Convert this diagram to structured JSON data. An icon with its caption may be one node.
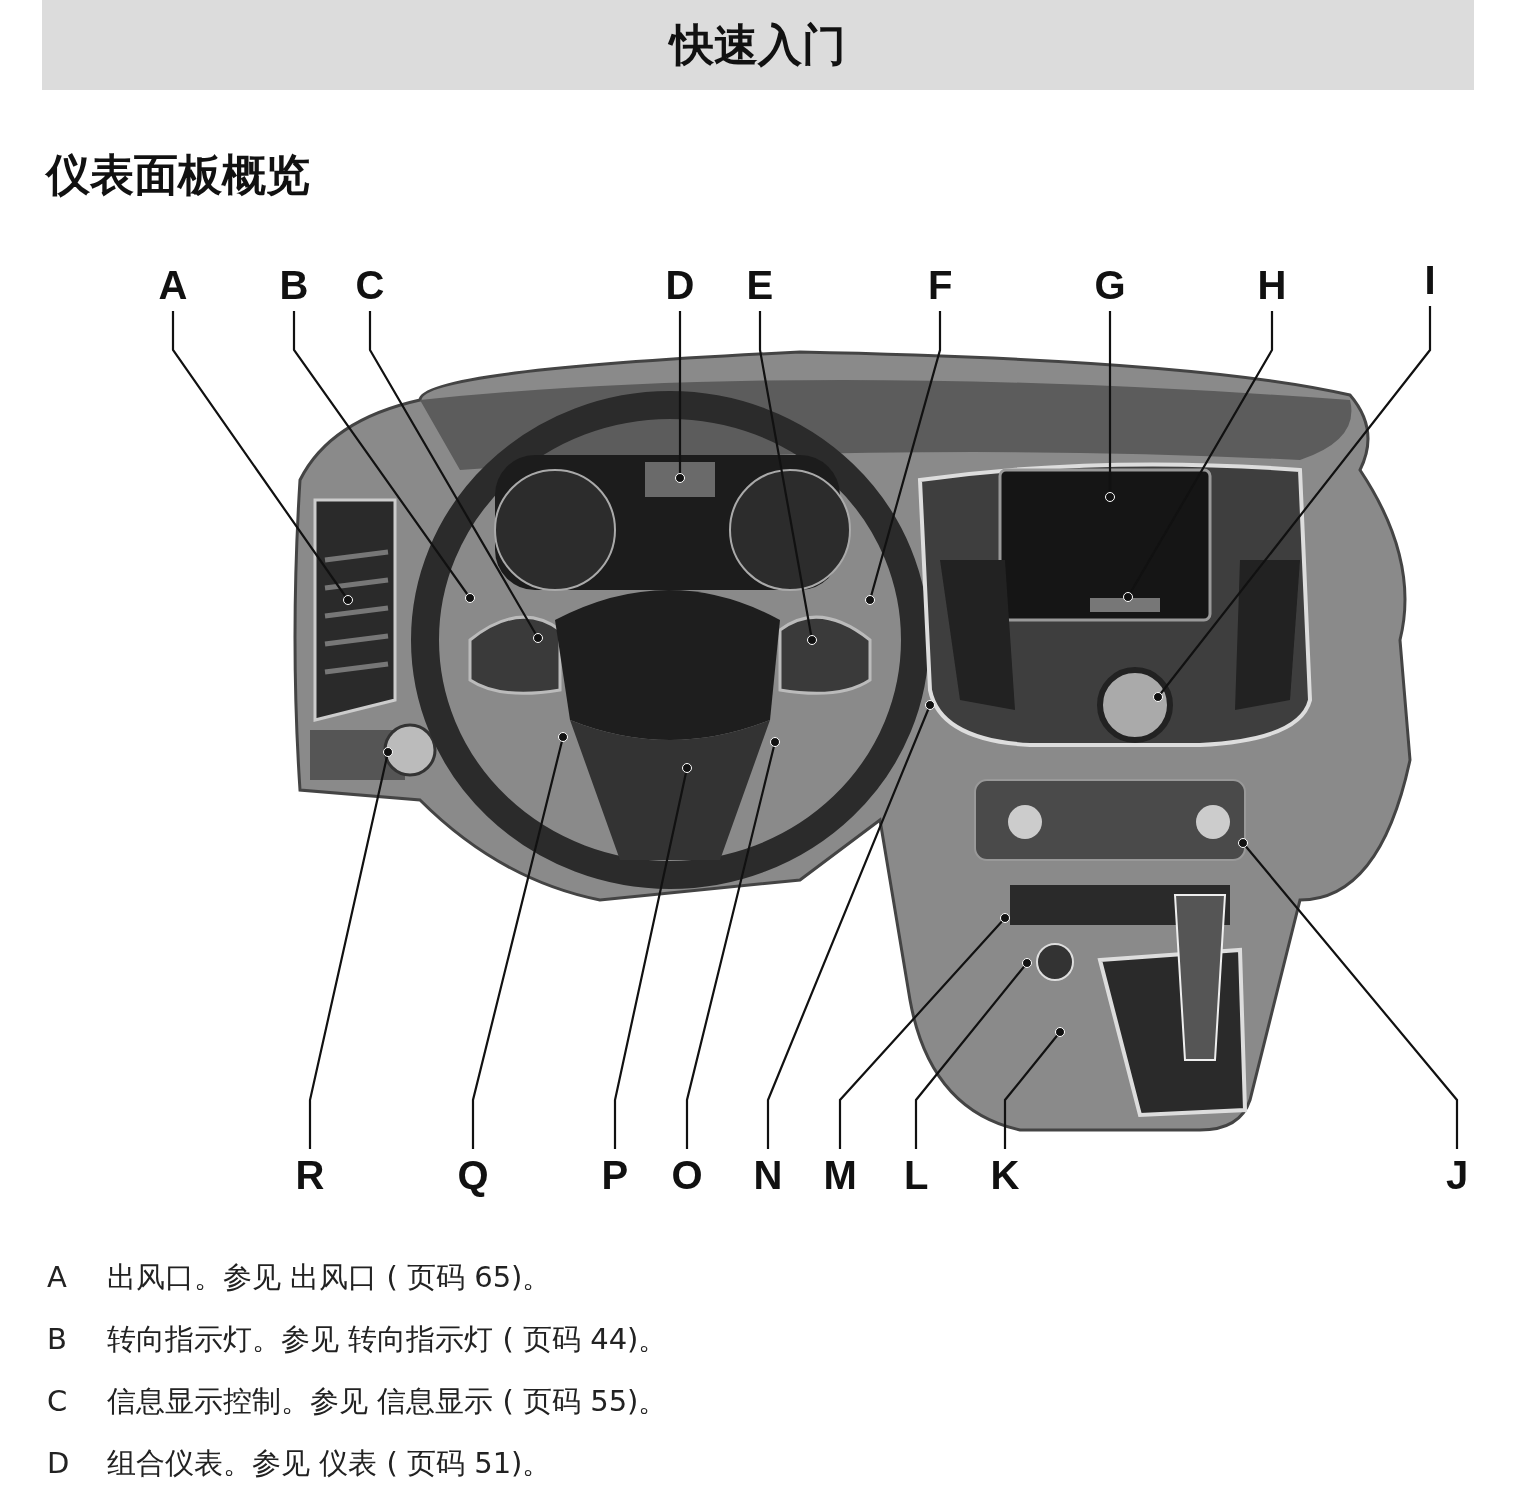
{
  "diagram": {
    "title": "快速入门",
    "nodes": [
      {
        "text": [
          "A"
        ]
      },
      {
        "text": [
          "B"
        ]
      },
      {
        "text": [
          "C"
        ]
      },
      {
        "text": [
          "D"
        ]
      },
      {
        "text": [
          "E"
        ]
      },
      {
        "text": [
          "F"
        ]
      },
      {
        "text": [
          "G"
        ]
      },
      {
        "text": [
          "H"
        ]
      },
      {
        "text": [
          "I"
        ]
      },
      {
        "text": [
          "R"
        ]
      },
      {
        "text": [
          "Q"
        ]
      },
      {
        "text": [
          "P"
        ]
      },
      {
        "text": [
          "O"
        ]
      },
      {
        "text": [
          "N"
        ]
      },
      {
        "text": [
          "M"
        ]
      },
      {
        "text": [
          "L"
        ]
      },
      {
        "text": [
          "K"
        ]
      },
      {
        "text": [
          "J"
        ]
      }
    ],
    "edges": [
      {
        "from": 0,
        "to": null,
        "arrow": "other"
      },
      {
        "from": 1,
        "to": null,
        "arrow": "other"
      },
      {
        "from": 2,
        "to": null,
        "arrow": "other"
      },
      {
        "from": 3,
        "to": null,
        "arrow": "other"
      },
      {
        "from": 4,
        "to": null,
        "arrow": "other"
      },
      {
        "from": 5,
        "to": null,
        "arrow": "other"
      },
      {
        "from": 6,
        "to": null,
        "arrow": "other"
      },
      {
        "from": 7,
        "to": null,
        "arrow": "other"
      },
      {
        "from": 8,
        "to": null,
        "arrow": "other"
      },
      {
        "from": 9,
        "to": null,
        "arrow": "other"
      },
      {
        "from": 10,
        "to": null,
        "arrow": "other"
      },
      {
        "from": 11,
        "to": null,
        "arrow": "other"
      },
      {
        "from": 12,
        "to": null,
        "arrow": "other"
      },
      {
        "from": 13,
        "to": null,
        "arrow": "other"
      },
      {
        "from": 14,
        "to": null,
        "arrow": "other"
      },
      {
        "from": 15,
        "to": null,
        "arrow": "other"
      },
      {
        "from": 16,
        "to": null,
        "arrow": "other"
      },
      {
        "from": 17,
        "to": null,
        "arrow": "other"
      }
    ],
    "labels": [
      "仪表面板概览",
      "A",
      "出风口。参见 出风口 ( 页码 65)。",
      "B",
      "转向指示灯。参见 转向指示灯 ( 页码 44)。",
      "C",
      "信息显示控制。参见 信息显示 ( 页码 55)。",
      "D",
      "组合仪表。参见 仪表 ( 页码 51)。"
    ]
  }
}
